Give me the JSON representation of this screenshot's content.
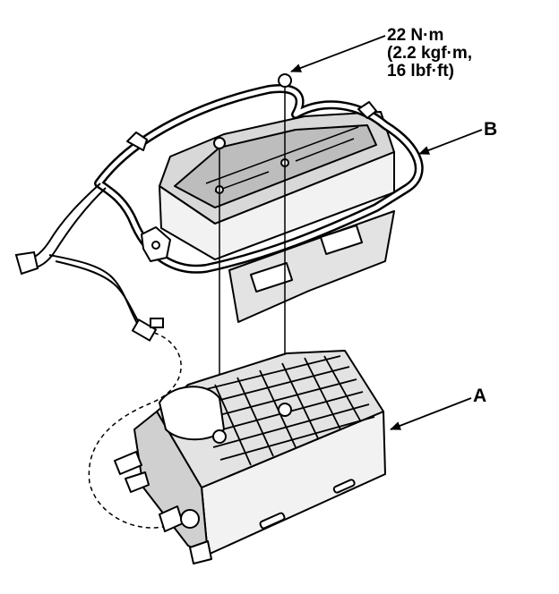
{
  "torque": {
    "line1": "22 N·m",
    "line2": "(2.2 kgf·m,",
    "line3": "16 lbf·ft)"
  },
  "labels": {
    "b": "B",
    "a": "A"
  },
  "colors": {
    "ink": "#000000",
    "paper": "#ffffff",
    "shade": "#bdbdbd",
    "shade_light": "#e3e3e3"
  }
}
